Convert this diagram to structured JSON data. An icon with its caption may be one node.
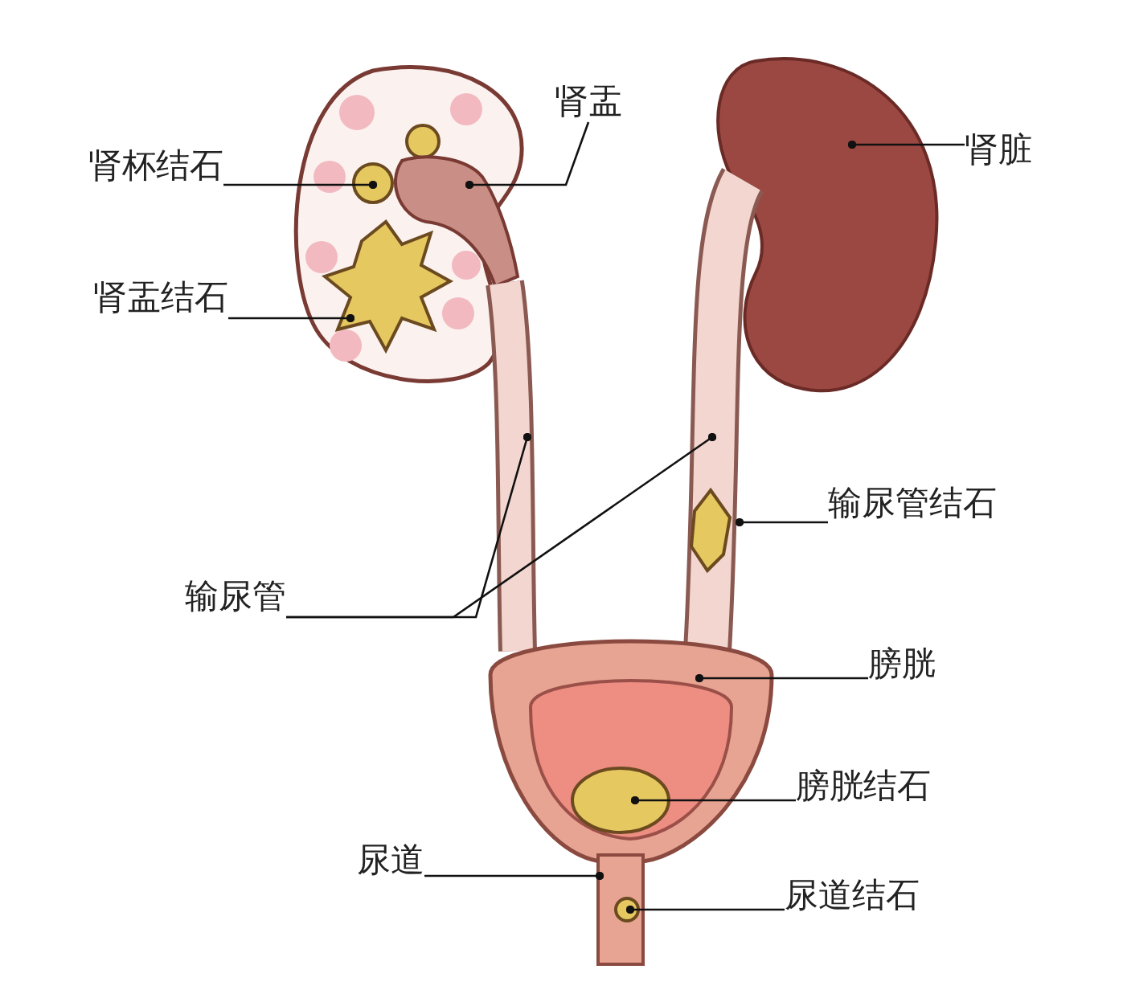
{
  "diagram": {
    "nodes": [
      {
        "text": [
          "肾杯结石"
        ]
      },
      {
        "text": [
          "肾盂"
        ]
      },
      {
        "text": [
          "肾盂结石"
        ]
      },
      {
        "text": [
          "肾脏"
        ]
      },
      {
        "text": [
          "输尿管"
        ]
      },
      {
        "text": [
          "输尿管结石"
        ]
      },
      {
        "text": [
          "膀胱"
        ]
      },
      {
        "text": [
          "膀胱结石"
        ]
      },
      {
        "text": [
          "尿道"
        ]
      },
      {
        "text": [
          "尿道结石"
        ]
      },
      {
        "text": [],
        "shape": "picture"
      },
      {
        "text": [],
        "shape": "picture",
        "in": 10
      },
      {
        "text": [],
        "shape": "picture",
        "in": 10
      },
      {
        "text": [],
        "shape": "picture",
        "in": 10
      },
      {
        "text": [],
        "shape": "picture"
      },
      {
        "text": [],
        "shape": "picture"
      },
      {
        "text": [],
        "shape": "picture"
      },
      {
        "text": [],
        "shape": "picture",
        "in": 16
      },
      {
        "text": [],
        "shape": "picture"
      },
      {
        "text": [],
        "shape": "circle",
        "in": 18
      },
      {
        "text": [],
        "shape": "picture"
      },
      {
        "text": [],
        "shape": "circle",
        "in": 20
      }
    ],
    "edges": [
      {
        "from": 0,
        "to": 11,
        "arrow": "other"
      },
      {
        "from": 1,
        "to": 12,
        "arrow": "other"
      },
      {
        "from": 2,
        "to": 13,
        "arrow": "other"
      },
      {
        "from": 3,
        "to": 14,
        "arrow": "other"
      },
      {
        "from": 4,
        "to": 15,
        "arrow": "other"
      },
      {
        "from": 4,
        "to": 16,
        "arrow": "other"
      },
      {
        "from": 5,
        "to": 17,
        "arrow": "other"
      },
      {
        "from": 6,
        "to": 18,
        "arrow": "other"
      },
      {
        "from": 7,
        "to": 19,
        "arrow": "other"
      },
      {
        "from": 8,
        "to": 20,
        "arrow": "other"
      },
      {
        "from": 9,
        "to": 21,
        "arrow": "other"
      }
    ]
  }
}
